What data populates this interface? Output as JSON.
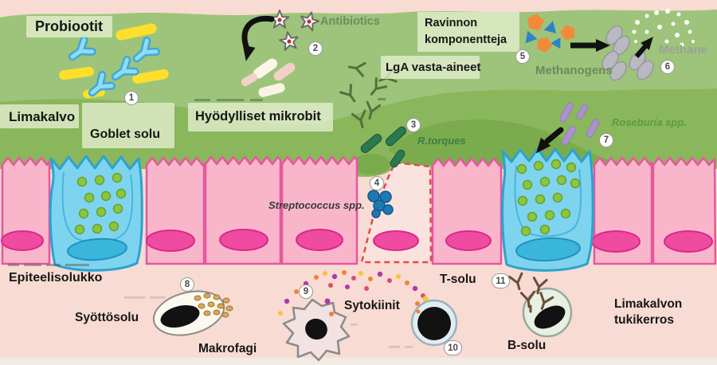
{
  "labels": {
    "probiootit": "Probiootit",
    "limakalvo": "Limakalvo",
    "goblet_solu": "Goblet solu",
    "hyodylliset_mikrobit": "Hyödylliset mikrobit",
    "antibiotics": "Antibiotics",
    "lga_vasta_aineet": "LgA vasta-aineet",
    "ravinnon_line1": "Ravinnon",
    "ravinnon_line2": "komponentteja",
    "methanogens": "Methanogens",
    "methane": "Methane",
    "roseburia": "Roseburia spp.",
    "rtorques": "R.torques",
    "streptococcus": "Streptococcus spp.",
    "epiteelisolukko": "Epiteelisolukko",
    "syottosolu": "Syöttösolu",
    "makrofagi": "Makrofagi",
    "sytokiinit": "Sytokiinit",
    "t_solu": "T-solu",
    "b_solu": "B-solu",
    "tukikerros_line1": "Limakalvon",
    "tukikerros_line2": "tukikerros"
  },
  "markers": {
    "n1": "1",
    "n2": "2",
    "n3": "3",
    "n4": "4",
    "n5": "5",
    "n6": "6",
    "n7": "7",
    "n8": "8",
    "n9": "9",
    "n10": "10",
    "n11": "11"
  },
  "palette": {
    "lumen_green": "#9dc47a",
    "mucus_green": "#8ab65c",
    "dark_green_hill": "#7aab4d",
    "top_strip_pink": "#f8dbd3",
    "epithelium_pink": "#f9b6cb",
    "epithelium_outline": "#e8569d",
    "nucleus_magenta": "#ee4ba1",
    "goblet_blue": "#7ed4ef",
    "goblet_outline": "#2aa3cf",
    "granule_green": "#8cc53e",
    "probiotic_blue": "#7ed3f0",
    "probiotic_yellow": "#ffdf2b",
    "rtorques_green": "#2a7950",
    "roseburia_purple": "#ab92cd",
    "methanogen_gray": "#b9b9c1",
    "cocci_blue": "#1d79b4",
    "damaged_red": "#e04b50",
    "label_box_green": "#e6f0d0"
  }
}
